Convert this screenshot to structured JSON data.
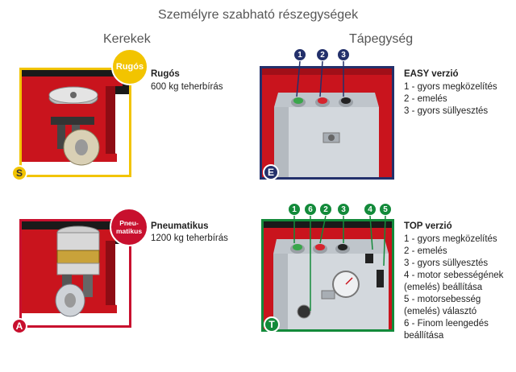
{
  "title": "Személyre szabható részegységek",
  "headings": {
    "wheels": "Kerekek",
    "power": "Tápegység"
  },
  "colors": {
    "yellow": "#F2C400",
    "red": "#C8102E",
    "navy": "#23306B",
    "green": "#138A3A"
  },
  "spring": {
    "badge": "Rugós",
    "corner": "S",
    "title": "Rugós",
    "desc": "600 kg teherbírás"
  },
  "pneumatic": {
    "badge_line1": "Pneu-",
    "badge_line2": "matikus",
    "corner": "A",
    "title": "Pneumatikus",
    "desc": "1200 kg teherbírás"
  },
  "easy": {
    "corner": "E",
    "title": "EASY verzió",
    "numbers": [
      "1",
      "2",
      "3"
    ],
    "items": [
      "1 - gyors megközelítés",
      "2 - emelés",
      "3 - gyors süllyesztés"
    ]
  },
  "top": {
    "corner": "T",
    "title": "TOP verzió",
    "numbers": [
      "1",
      "6",
      "2",
      "3",
      "4",
      "5"
    ],
    "items": [
      "1 - gyors megközelítés",
      "2 - emelés",
      "3 - gyors süllyesztés",
      "4 - motor sebességének",
      "(emelés) beállítása",
      "5 - motorsebesség",
      "(emelés) választó",
      "6 - Finom leengedés",
      "beállítása"
    ]
  }
}
